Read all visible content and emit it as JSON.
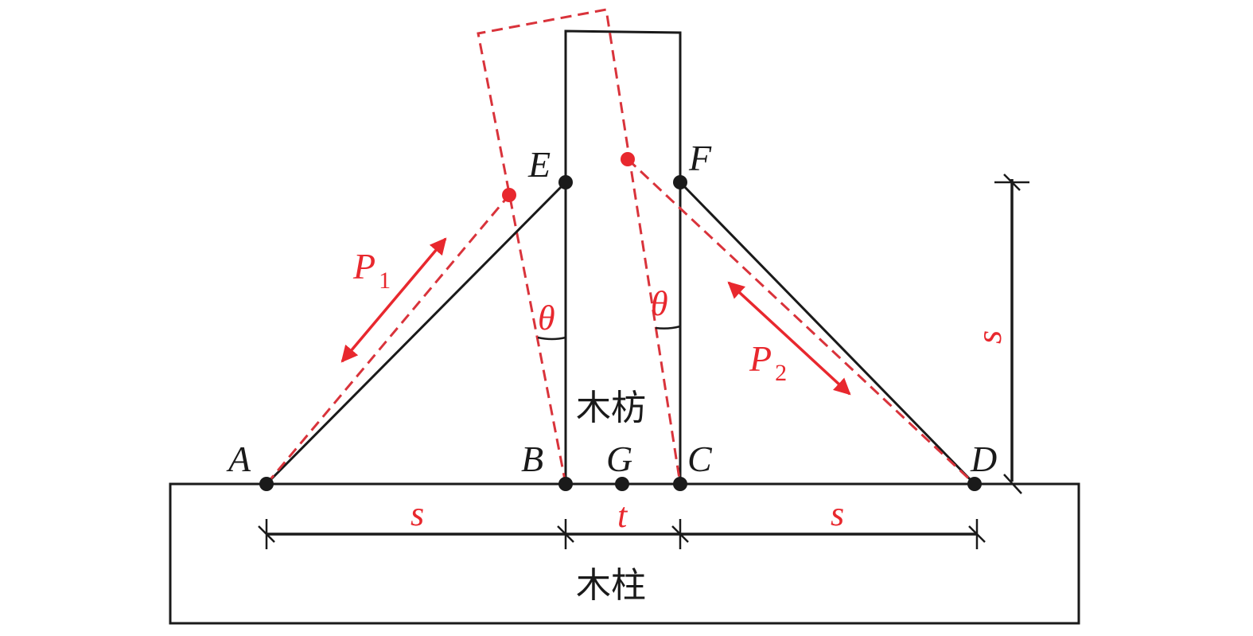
{
  "colors": {
    "structure": "#1a1a1a",
    "deformed": "#d9333b",
    "annotation": "#e8282e"
  },
  "points": {
    "A": "A",
    "B": "B",
    "C": "C",
    "D": "D",
    "E": "E",
    "F": "F",
    "G": "G"
  },
  "members": {
    "beam": "木枋",
    "column": "木柱"
  },
  "dimensions": {
    "s_left": "s",
    "t": "t",
    "s_right": "s",
    "s_vertical": "s"
  },
  "forces": {
    "p1_main": "P",
    "p1_sub": "1",
    "p2_main": "P",
    "p2_sub": "2"
  },
  "angles": {
    "left": "θ",
    "right": "θ"
  }
}
